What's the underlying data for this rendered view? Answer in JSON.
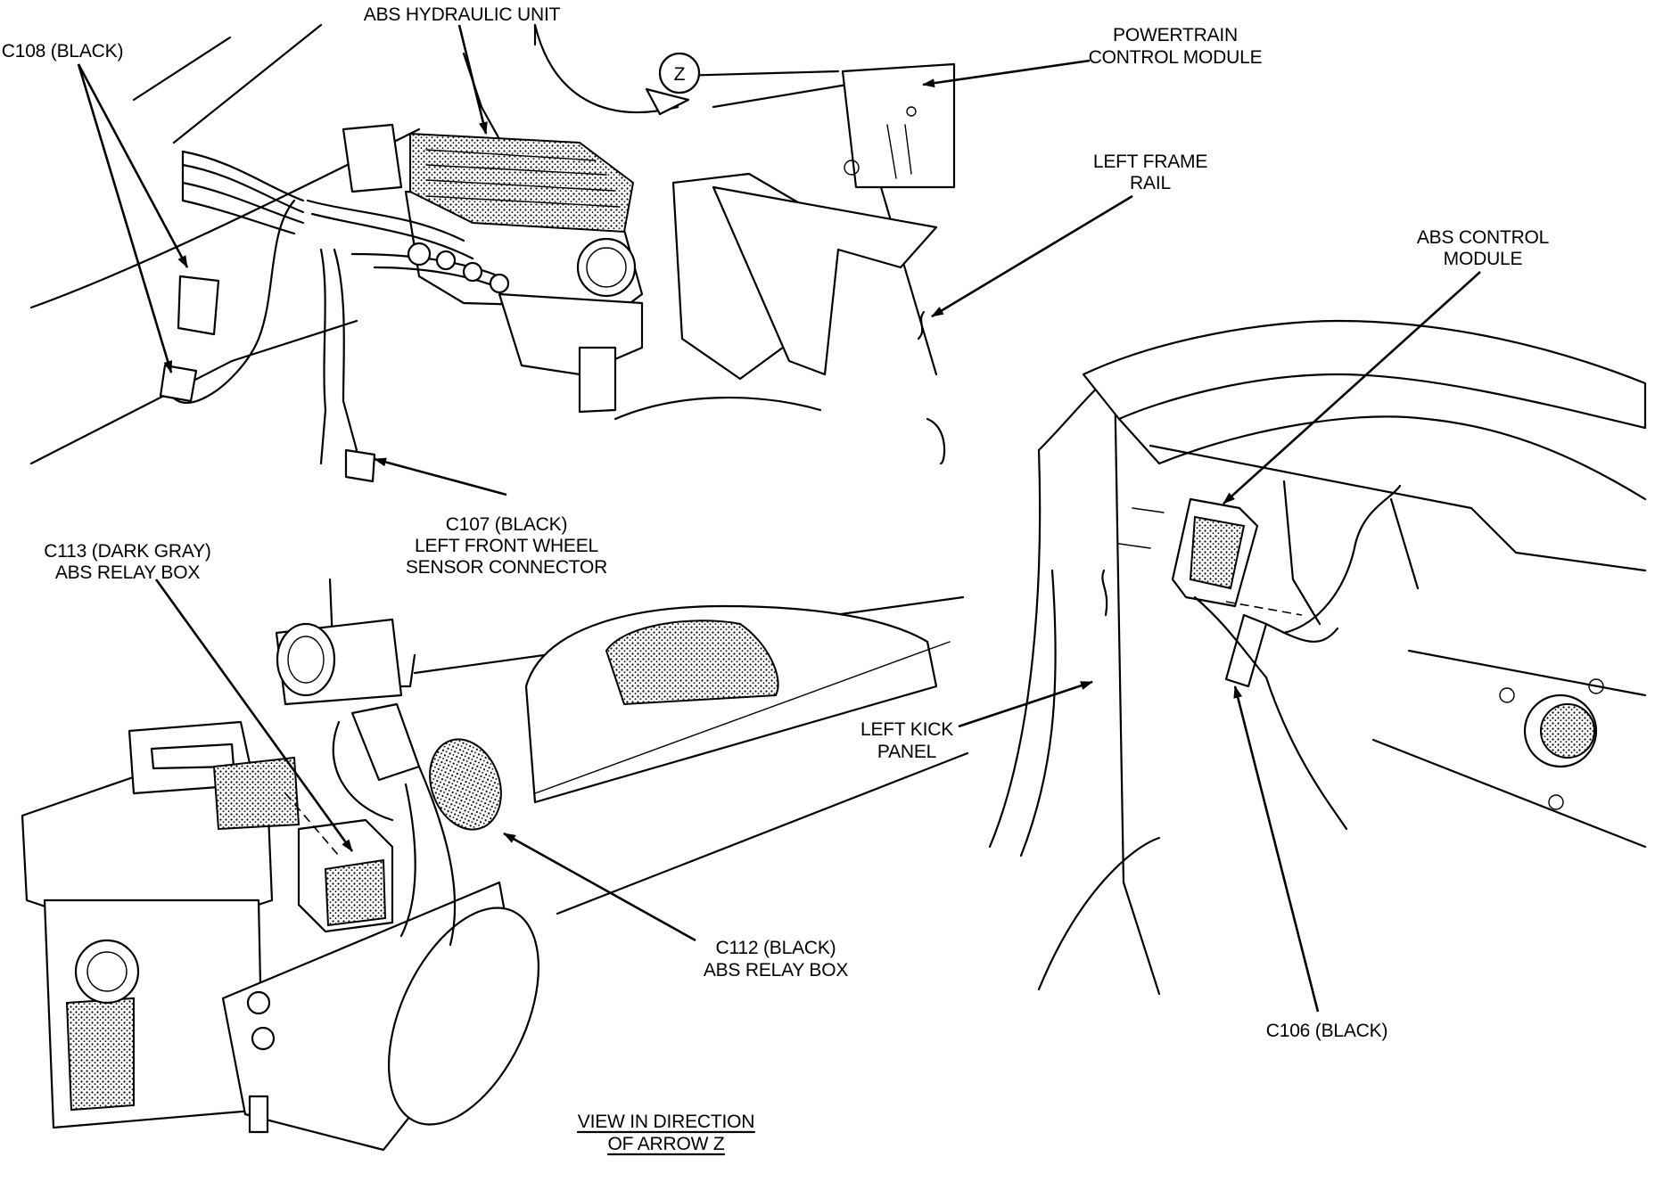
{
  "callouts": {
    "abs_hydraulic_unit": [
      "ABS HYDRAULIC UNIT"
    ],
    "c108": [
      "C108 (BLACK)"
    ],
    "powertrain_control_module": [
      "POWERTRAIN",
      "CONTROL MODULE"
    ],
    "left_frame_rail": [
      "LEFT FRAME",
      "RAIL"
    ],
    "abs_control_module": [
      "ABS CONTROL",
      "MODULE"
    ],
    "c107": [
      "C107 (BLACK)",
      "LEFT FRONT WHEEL",
      "SENSOR CONNECTOR"
    ],
    "c113": [
      "C113 (DARK GRAY)",
      "ABS RELAY BOX"
    ],
    "left_kick_panel": [
      "LEFT KICK",
      "PANEL"
    ],
    "c112": [
      "C112 (BLACK)",
      "ABS RELAY BOX"
    ],
    "c106": [
      "C106 (BLACK)"
    ],
    "view_direction": [
      "VIEW IN DIRECTION",
      "OF ARROW Z"
    ]
  },
  "view_arrow_letter": "Z"
}
